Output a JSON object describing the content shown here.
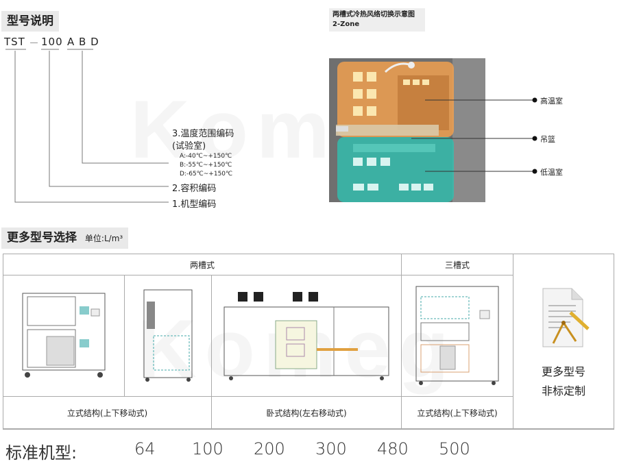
{
  "model_section": {
    "title": "型号说明",
    "code": {
      "prefix": "TST",
      "dash": "－",
      "capacity": "100",
      "letters": "A B D"
    },
    "labels": {
      "temp_title": "3.温度范围编码",
      "temp_sub": "(试验室)",
      "temp_a": "A:-40℃~+150℃",
      "temp_b": "B:-55℃~+150℃",
      "temp_d": "D:-65℃~+150℃",
      "capacity": "2.容积编码",
      "model": "1.机型编码"
    }
  },
  "diagram": {
    "caption_line1": "两槽式冷热风络切换示意图",
    "caption_line2": "2-Zone",
    "labels": {
      "high": "高温室",
      "basket": "吊篮",
      "low": "低温室"
    },
    "colors": {
      "hot": "#f0a050",
      "cold": "#30c0b0",
      "cabinet": "#6f6f6f"
    }
  },
  "more_section": {
    "title": "更多型号选择",
    "unit": "单位:L/m³"
  },
  "table": {
    "header_two": "两槽式",
    "header_three": "三槽式",
    "struct_vertical": "立式结构(上下移动式)",
    "struct_horizontal": "卧式结构(左右移动式)",
    "struct_vertical3": "立式结构(上下移动式)",
    "more_line1": "更多型号",
    "more_line2": "非标定制",
    "std_label": "标准机型:",
    "std_values": [
      "64",
      "100",
      "200",
      "300",
      "480",
      "500"
    ]
  }
}
